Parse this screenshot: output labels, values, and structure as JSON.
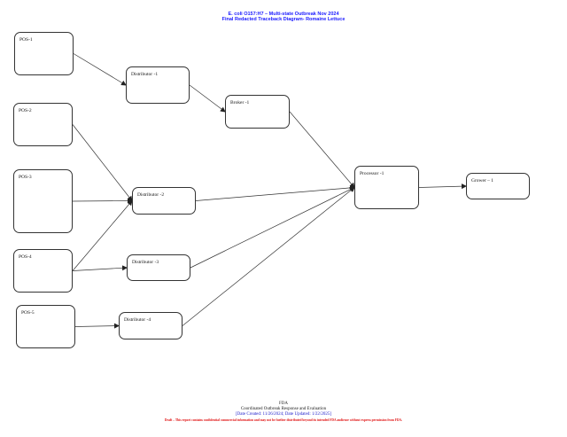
{
  "header": {
    "title_line1": "E. coli O157:H7 – Multi-state Outbreak Nov 2024",
    "title_line2": "Final Redacted Traceback Diagram- Romaine Lettuce"
  },
  "nodes": {
    "pos1": "POS-1",
    "pos2": "POS-2",
    "pos3": "POS-3",
    "pos4": "POS-4",
    "pos5": "POS-5",
    "distributor1": "Distributor -1",
    "distributor2": "Distributor -2",
    "distributor3": "Distributor -3",
    "distributor4": "Distributor -4",
    "broker1": "Broker -1",
    "processor1": "Processor -1",
    "grower1": "Grower – 1"
  },
  "edges": [
    [
      "pos1",
      "distributor1"
    ],
    [
      "distributor1",
      "broker1"
    ],
    [
      "broker1",
      "processor1"
    ],
    [
      "pos2",
      "distributor2"
    ],
    [
      "pos3",
      "distributor2"
    ],
    [
      "pos4",
      "distributor2"
    ],
    [
      "pos4",
      "distributor3"
    ],
    [
      "pos5",
      "distributor4"
    ],
    [
      "distributor2",
      "processor1"
    ],
    [
      "distributor3",
      "processor1"
    ],
    [
      "distributor4",
      "processor1"
    ],
    [
      "processor1",
      "grower1"
    ]
  ],
  "footer": {
    "agency": "FDA",
    "team": "Coordinated Outbreak Response and Evaluation",
    "dates": "[Date Created: 11/26/2024; Date Updated: 1/22/2025]",
    "disclaimer": "Draft – This report contains confidential commercial information and may not be further distributed beyond its intended FDA audience without express permission from FDA."
  }
}
